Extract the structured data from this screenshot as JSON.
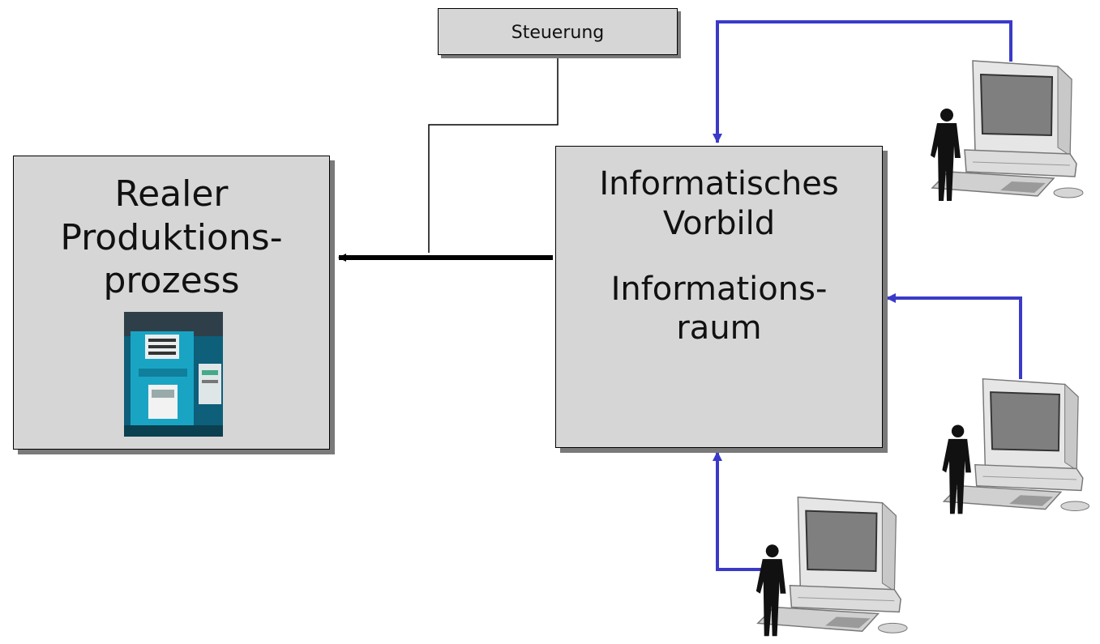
{
  "steuerung": {
    "label": "Steuerung"
  },
  "left_box": {
    "lines": [
      "Realer",
      "Produktions-",
      "prozess"
    ]
  },
  "right_box": {
    "lines": [
      "Informatisches",
      "Vorbild",
      "",
      "Informations-",
      "raum"
    ]
  },
  "colors": {
    "box_fill": "#d6d6d6",
    "shadow": "#7a7a7a",
    "arrow_black": "#000000",
    "arrow_blue": "#3a3ac8"
  },
  "icons": {
    "press": "industrial-press-photo-icon",
    "workstation": "user-at-computer-icon"
  }
}
